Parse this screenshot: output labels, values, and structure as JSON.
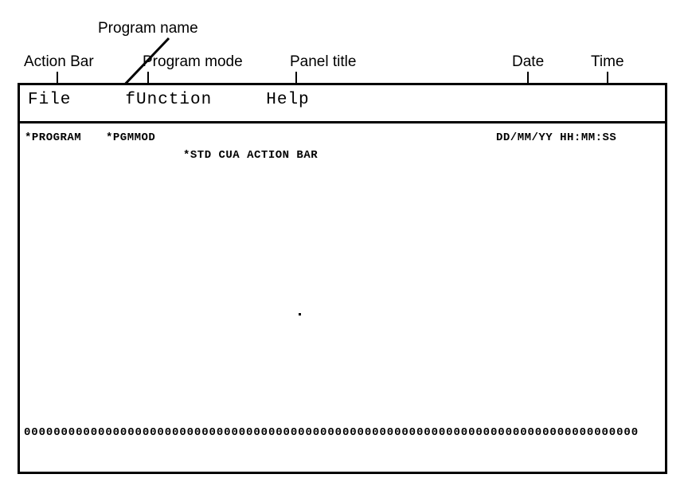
{
  "callouts": {
    "action_bar": "Action Bar",
    "program_name": "Program name",
    "program_mode": "Program mode",
    "panel_title": "Panel title",
    "date": "Date",
    "time": "Time"
  },
  "panel": {
    "action_bar": {
      "items": [
        {
          "label": "File"
        },
        {
          "label": "fUnction"
        },
        {
          "label": "Help"
        }
      ],
      "text": "File     fUnction     Help"
    },
    "program_name": "*PROGRAM",
    "program_mode": "*PGMMOD",
    "panel_title": "*STD CUA ACTION BAR",
    "date": "DD/MM/YY",
    "time": "HH:MM:SS",
    "date_time": "DD/MM/YY HH:MM:SS",
    "message_line": "00000000000000000000000000000000000000000000000000000000000000000000000000000000000"
  },
  "colors": {
    "ink": "#000000",
    "paper": "#ffffff"
  }
}
